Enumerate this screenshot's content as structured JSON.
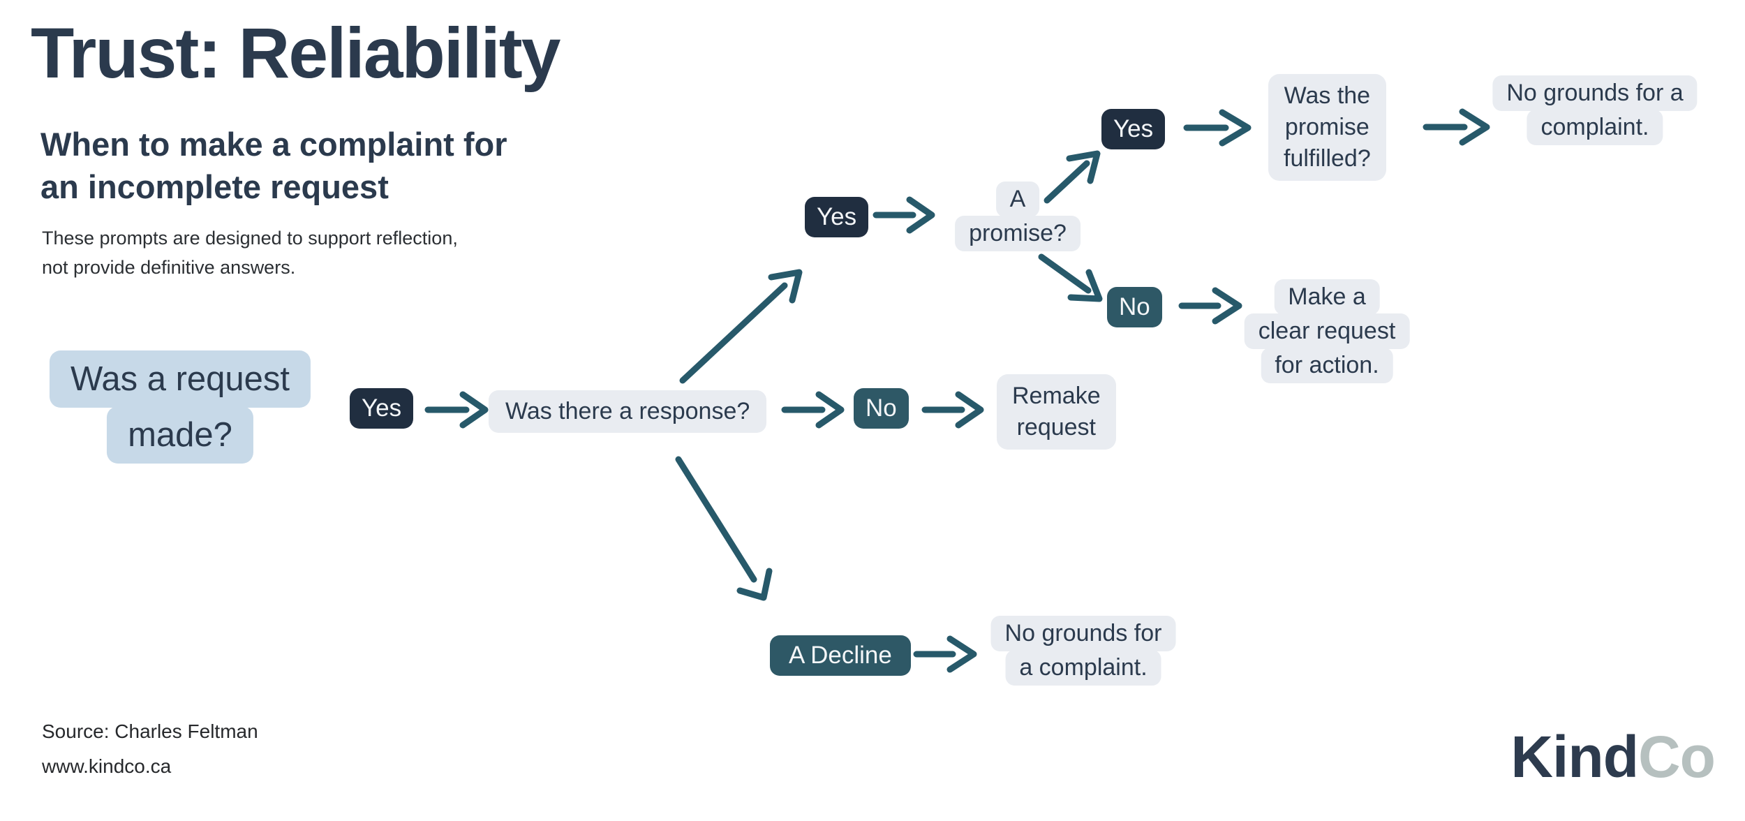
{
  "header": {
    "title": "Trust: Reliability",
    "subtitle_lines": [
      "When to make a complaint for",
      "an incomplete request"
    ],
    "note_lines": [
      "These prompts are designed to support reflection,",
      "not provide definitive answers."
    ]
  },
  "flow": {
    "start": {
      "lines": [
        "Was a request",
        "made?"
      ]
    },
    "yes_1": {
      "label": "Yes"
    },
    "response_question": {
      "label": "Was there a response?"
    },
    "no_1": {
      "label": "No"
    },
    "remake_request": {
      "lines": [
        "Remake",
        "request"
      ]
    },
    "yes_2": {
      "label": "Yes"
    },
    "promise_question": {
      "lines": [
        "A",
        "promise?"
      ]
    },
    "yes_3": {
      "label": "Yes"
    },
    "promise_fulfilled_question": {
      "lines": [
        "Was the",
        "promise",
        "fulfilled?"
      ]
    },
    "no_grounds_top": {
      "lines": [
        "No grounds for a",
        "complaint."
      ]
    },
    "no_2": {
      "label": "No"
    },
    "make_clear_request": {
      "lines": [
        "Make a",
        "clear request",
        "for action."
      ]
    },
    "decline": {
      "label": "A Decline"
    },
    "no_grounds_bottom": {
      "lines": [
        "No grounds for",
        "a complaint."
      ]
    }
  },
  "footer": {
    "source": "Source: Charles Feltman",
    "website": "www.kindco.ca"
  },
  "logo": {
    "primary": "Kind",
    "secondary": "Co"
  },
  "colors": {
    "text_navy": "#2b3a4d",
    "badge_yes_bg": "#202e40",
    "badge_no_bg": "#2e5866",
    "arrow": "#27596a",
    "highlight_blue": "#c7d9e8",
    "highlight_gray": "#e9ecf1",
    "logo_navy": "#2d3b4e",
    "logo_gray": "#b6c0bf",
    "footer_text": "#26282b"
  }
}
